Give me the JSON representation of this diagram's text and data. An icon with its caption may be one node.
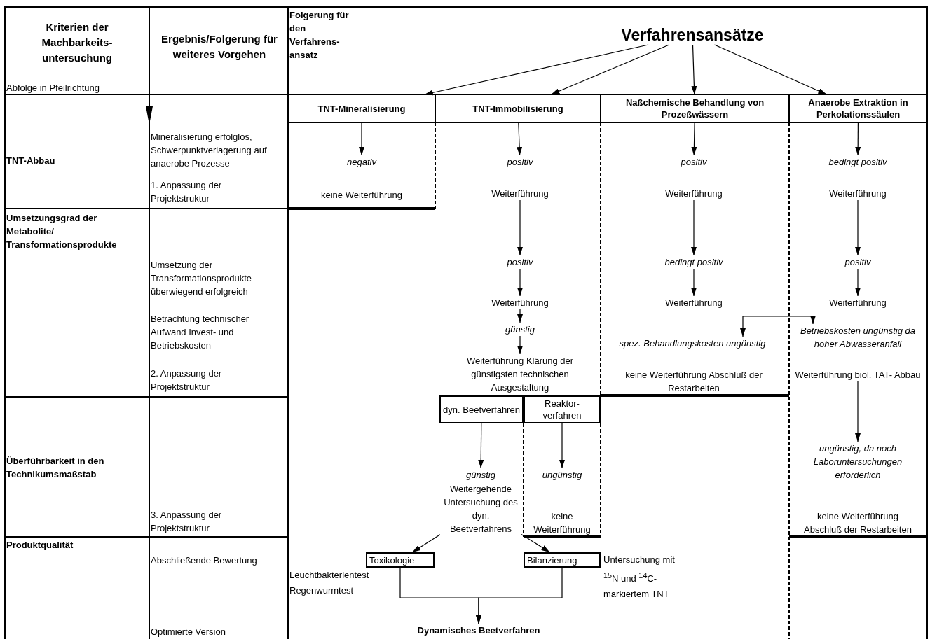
{
  "diagram": {
    "nodes": [
      {
        "text": [
          "Verfahrensansätze"
        ]
      },
      {
        "text": [
          "TNT-Mineralisierung"
        ]
      },
      {
        "text": [
          "TNT-Immobilisierung"
        ]
      },
      {
        "text": [
          "Naßchemische Behandlung von Prozeßwässern"
        ]
      },
      {
        "text": [
          "Anaerobe Extraktion in Perkolationssäulen"
        ]
      },
      {
        "text": [
          "negativ"
        ]
      },
      {
        "text": [
          "keine Weiterführung"
        ]
      },
      {
        "text": [
          "positiv"
        ]
      },
      {
        "text": [
          "Weiterführung"
        ]
      },
      {
        "text": [
          "positiv"
        ]
      },
      {
        "text": [
          "Weiterführung"
        ]
      },
      {
        "text": [
          "günstig"
        ]
      },
      {
        "text": [
          "Weiterführung Klärung der günstigsten technischen Ausgestaltung"
        ]
      },
      {
        "text": [
          "dyn. Beetverfahren"
        ]
      },
      {
        "text": [
          "Reaktor- verfahren"
        ]
      },
      {
        "text": [
          "günstig"
        ]
      },
      {
        "text": [
          "Weitergehende Untersuchung des dyn. Beetverfahrens"
        ]
      },
      {
        "text": [
          "ungünstig"
        ]
      },
      {
        "text": [
          "keine Weiterführung"
        ]
      },
      {
        "text": [
          "Toxikologie"
        ]
      },
      {
        "text": [
          "Bilanzierung"
        ]
      },
      {
        "text": [
          "Dynamisches Beetverfahren"
        ]
      },
      {
        "text": [
          "positiv"
        ]
      },
      {
        "text": [
          "Weiterführung"
        ]
      },
      {
        "text": [
          "bedingt positiv"
        ]
      },
      {
        "text": [
          "Weiterführung"
        ]
      },
      {
        "text": [
          "spez. Behandlungskosten ungünstig"
        ]
      },
      {
        "text": [
          "keine Weiterführung Abschluß der Restarbeiten"
        ]
      },
      {
        "text": [
          "bedingt positiv"
        ]
      },
      {
        "text": [
          "Weiterführung"
        ]
      },
      {
        "text": [
          "positiv"
        ]
      },
      {
        "text": [
          "Weiterführung"
        ]
      },
      {
        "text": [
          "Betriebskosten ungünstig da hoher Abwasseranfall"
        ]
      },
      {
        "text": [
          "Weiterführung biol. TAT- Abbau"
        ]
      },
      {
        "text": [
          "ungünstig, da noch Laboruntersuchungen erforderlich"
        ]
      },
      {
        "text": [
          "keine Weiterführung Abschluß der Restarbeiten"
        ]
      }
    ],
    "edges": [
      {
        "from": 0,
        "to": 1,
        "arrow": "to"
      },
      {
        "from": 0,
        "to": 2,
        "arrow": "to"
      },
      {
        "from": 0,
        "to": 3,
        "arrow": "to"
      },
      {
        "from": 0,
        "to": 4,
        "arrow": "to"
      },
      {
        "from": 1,
        "to": 5,
        "arrow": "to"
      },
      {
        "from": 2,
        "to": 7,
        "arrow": "to"
      },
      {
        "from": 8,
        "to": 9,
        "arrow": "to"
      },
      {
        "from": 9,
        "to": 10,
        "arrow": "to"
      },
      {
        "from": 10,
        "to": 11,
        "arrow": "to"
      },
      {
        "from": 11,
        "to": 12,
        "arrow": "to"
      },
      {
        "from": 13,
        "to": 15,
        "arrow": "to"
      },
      {
        "from": 14,
        "to": 17,
        "arrow": "to"
      },
      {
        "from": 16,
        "to": 19,
        "arrow": "to"
      },
      {
        "from": 16,
        "to": 20,
        "arrow": "to"
      },
      {
        "from": 19,
        "to": 21,
        "arrow": "to"
      },
      {
        "from": 20,
        "to": 21,
        "arrow": "to"
      },
      {
        "from": 3,
        "to": 22,
        "arrow": "to"
      },
      {
        "from": 23,
        "to": 24,
        "arrow": "to"
      },
      {
        "from": 24,
        "to": 25,
        "arrow": "to"
      },
      {
        "from": 26,
        "to": 32,
        "arrow": "both"
      },
      {
        "from": 4,
        "to": 28,
        "arrow": "to"
      },
      {
        "from": 29,
        "to": 30,
        "arrow": "to"
      },
      {
        "from": 30,
        "to": 31,
        "arrow": "to"
      },
      {
        "from": 33,
        "to": 34,
        "arrow": "to"
      }
    ],
    "labels": [
      "Kriterien der Machbarkeits- untersuchung",
      "Abfolge in Pfeilrichtung",
      "Ergebnis/Folgerung für weiteres Vorgehen",
      "Folgerung für den Verfahrens- ansatz",
      "TNT-Abbau",
      "Mineralisierung erfolglos, Schwerpunktverlagerung auf anaerobe Prozesse",
      "1. Anpassung der Projektstruktur",
      "Umsetzungsgrad der Metabolite/ Transformationsprodukte",
      "Umsetzung der Transformationsprodukte überwiegend erfolgreich",
      "Betrachtung technischer Aufwand Invest- und Betriebskosten",
      "2. Anpassung der Projektstruktur",
      "Überführbarkeit in den Technikumsmaßstab",
      "3. Anpassung der Projektstruktur",
      "Produktqualität",
      "Abschließende Bewertung",
      "Leuchtbakterientest",
      "Regenwurmtest",
      "Untersuchung mit $^{15}$N und $^{14}$C-markiertem TNT",
      "Optimierte Version"
    ]
  }
}
